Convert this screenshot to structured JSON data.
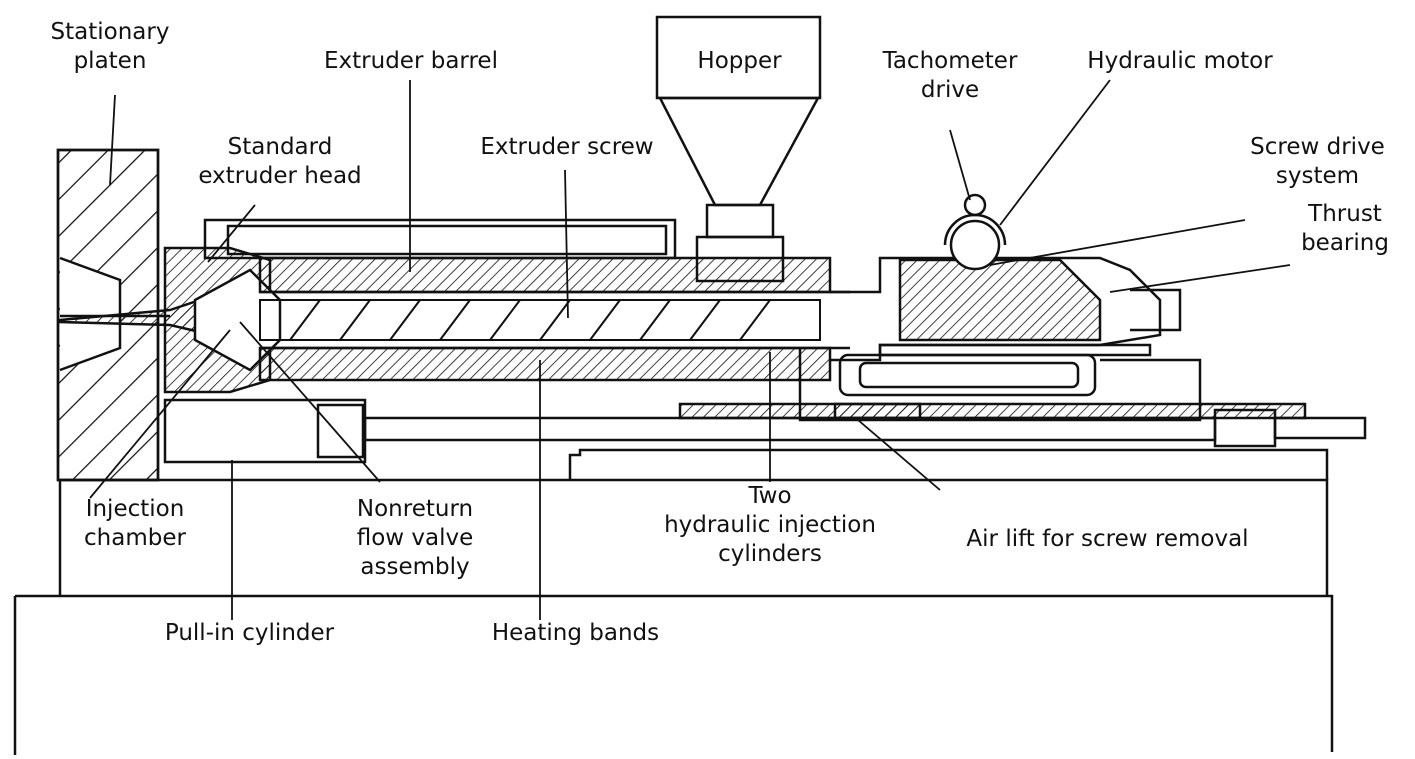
{
  "labels": {
    "stationary_platen": "Stationary\nplaten",
    "extruder_barrel": "Extruder barrel",
    "hopper": "Hopper",
    "tachometer_drive": "Tachometer\ndrive",
    "hydraulic_motor": "Hydraulic motor",
    "standard_extruder_head": "Standard\nextruder head",
    "extruder_screw": "Extruder screw",
    "screw_drive_system": "Screw drive\nsystem",
    "thrust_bearing": "Thrust\nbearing",
    "injection_chamber": "Injection\nchamber",
    "nonreturn_flow_valve_assembly": "Nonreturn\nflow valve\nassembly",
    "two_hydraulic_injection_cylinders": "Two\nhydraulic injection\ncylinders",
    "air_lift_for_screw_removal": "Air lift for screw removal",
    "pull_in_cylinder": "Pull-in cylinder",
    "heating_bands": "Heating bands"
  },
  "colors": {
    "line": "#111111",
    "background": "#ffffff"
  }
}
